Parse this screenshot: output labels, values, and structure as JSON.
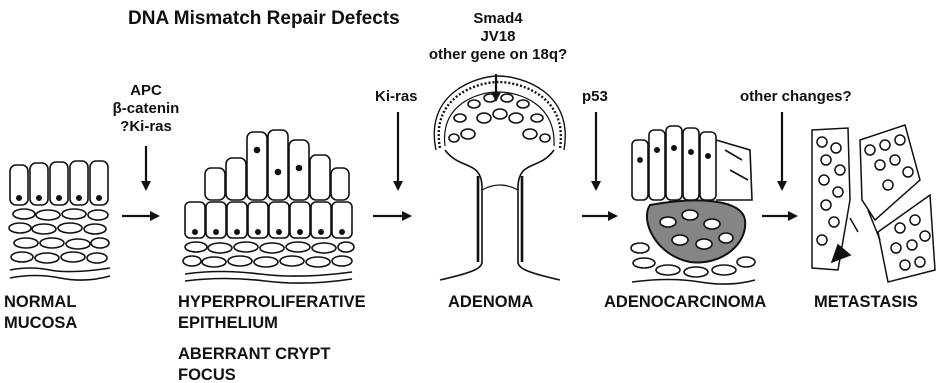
{
  "title": "DNA Mismatch Repair Defects",
  "annotations": {
    "apc": [
      "APC",
      "β-catenin",
      "?Ki-ras"
    ],
    "kiras": "Ki-ras",
    "smad": [
      "Smad4",
      "JV18",
      "other gene on 18q?"
    ],
    "p53": "p53",
    "other": "other changes?"
  },
  "stages": {
    "normal": [
      "NORMAL",
      "MUCOSA"
    ],
    "hyper": [
      "HYPERPROLIFERATIVE",
      "EPITHELIUM"
    ],
    "aberrant": [
      "ABERRANT CRYPT",
      "FOCUS"
    ],
    "adenoma": "ADENOMA",
    "adenocarcinoma": "ADENOCARCINOMA",
    "metastasis": "METASTASIS"
  }
}
